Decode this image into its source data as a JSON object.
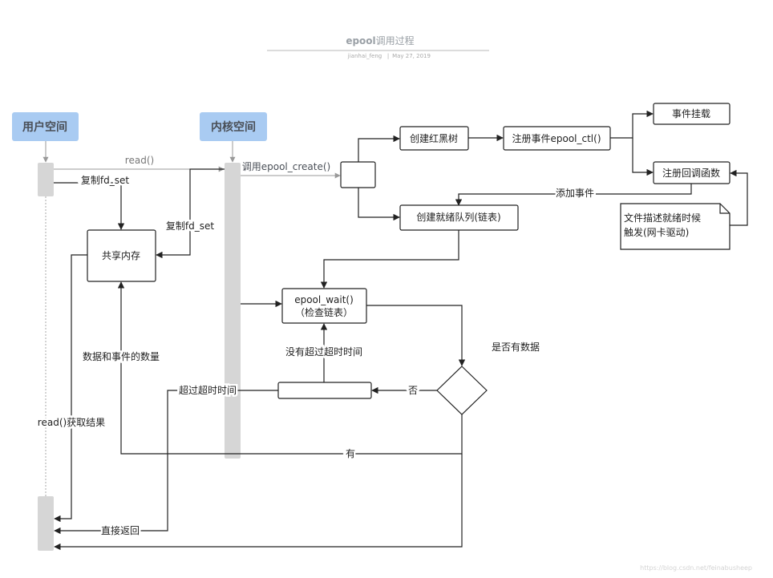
{
  "header": {
    "title_a": "epool",
    "title_b": "调用过程",
    "author": "jianhai_feng",
    "date": "May 27, 2019"
  },
  "lanes": {
    "user": "用户空间",
    "kernel": "内核空间"
  },
  "nodes": {
    "shared_mem": "共享内存",
    "create_rbtree": "创建红黑树",
    "register_ctl": "注册事件epool_ctl()",
    "mount_event": "事件挂载",
    "register_cb": "注册回调函数",
    "create_ready": "创建就绪队列(链表)",
    "wait_line1": "epool_wait()",
    "wait_line2": "（检查链表）",
    "has_data": "是否有数据",
    "note_line1": "文件描述就绪时候",
    "note_line2": "触发(网卡驱动)"
  },
  "edges": {
    "read": "read()",
    "call_create": "调用epool_create()",
    "copy_fd_user": "复制fd_set",
    "copy_fd_kernel": "复制fd_set",
    "add_event": "添加事件",
    "no_timeout": "没有超过超时时间",
    "no": "否",
    "timeout": "超过超时时间",
    "count": "数据和事件的数量",
    "read_result": "read()获取结果",
    "yes": "有",
    "direct_return": "直接返回"
  },
  "watermark": "https://blog.csdn.net/feinabusheep"
}
